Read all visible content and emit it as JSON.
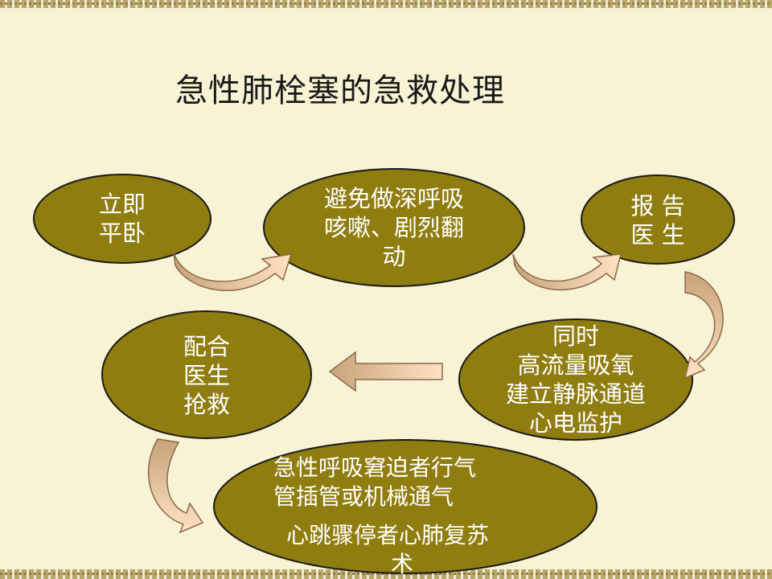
{
  "title": "急性肺栓塞的急救处理",
  "colors": {
    "ellipse_fill": "#8f7d10",
    "ellipse_stroke": "#1a1a1a",
    "arrow_fill_light": "#ffe2c4",
    "arrow_fill_dark": "#c8a27a",
    "arrow_stroke": "#8a6a4a"
  },
  "nodes": [
    {
      "id": "lie-flat",
      "text": "立即\n平卧"
    },
    {
      "id": "avoid-breath",
      "text": "避免做深呼吸\n咳嗽、剧烈翻\n动"
    },
    {
      "id": "report-doctor",
      "text": "报 告\n医 生"
    },
    {
      "id": "oxygen-iv",
      "text": "同时\n高流量吸氧\n建立静脉通道\n心电监护"
    },
    {
      "id": "assist-rescue",
      "text": "配合\n医生\n抢救"
    },
    {
      "id": "intubation",
      "line1": "急性呼吸窘迫者行气",
      "line2": "管插管或机械通气",
      "line3": "心跳骤停者心肺复苏",
      "line4": "术"
    }
  ]
}
